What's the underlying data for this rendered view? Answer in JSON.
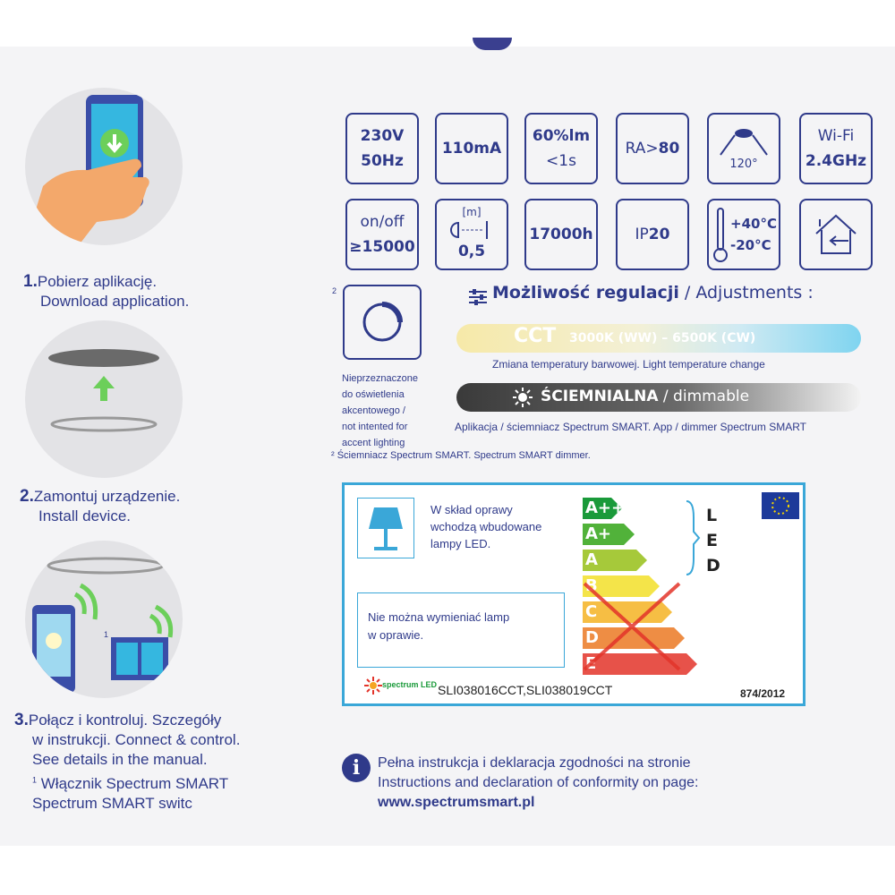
{
  "steps": [
    {
      "num": "1.",
      "line1": "Pobierz aplikację.",
      "line2": "Download application."
    },
    {
      "num": "2.",
      "line1": "Zamontuj urządzenie.",
      "line2": "Install device."
    },
    {
      "num": "3.",
      "line1": "Połącz i kontroluj. Szczegóły",
      "line2": "w instrukcji. Connect & control.",
      "line3": "See details in the manual.",
      "line4": "Włącznik Spectrum SMART",
      "line5": "Spectrum SMART switc"
    }
  ],
  "footnotes": {
    "one": "1",
    "two": "2"
  },
  "specs": {
    "voltage": "230V",
    "freq": "50Hz",
    "current": "110mA",
    "lumen": "60%lm",
    "lumen_time": "<1s",
    "ra_prefix": "RA>",
    "ra_value": "80",
    "beam": "120°",
    "wifi": "Wi-Fi",
    "wifi_band": "2.4GHz",
    "onoff": "on/off",
    "onoff_count": "≥15000",
    "distance_unit": "[m]",
    "distance": "0,5",
    "hours": "17000h",
    "ip_prefix": "IP",
    "ip_value": "20",
    "temp_max": "+40°C",
    "temp_min": "-20°C"
  },
  "not_intended": [
    "Nieprzeznaczone",
    "do oświetlenia",
    "akcentowego /",
    "not intented for",
    "accent lighting"
  ],
  "dimmer_note": "² Ściemniacz Spectrum SMART. Spectrum SMART dimmer.",
  "adjustments": {
    "bold": "Możliwość regulacji",
    "rest": " / Adjustments :"
  },
  "cct": {
    "label": "CCT",
    "range": "3000K (WW) – 6500K (CW)",
    "caption": "Zmiana temperatury barwowej. Light temperature change"
  },
  "dimmable": {
    "bold": "ŚCIEMNIALNA",
    "rest": " / dimmable",
    "caption": "Aplikacja / ściemniacz Spectrum SMART. App / dimmer Spectrum SMART"
  },
  "energy_label": {
    "text1": [
      "W skład oprawy",
      "wchodzą wbudowane",
      "lampy LED."
    ],
    "text2": [
      "Nie można wymieniać lamp",
      "w oprawie."
    ],
    "classes": [
      "A++",
      "A+",
      "A",
      "B",
      "C",
      "D",
      "E"
    ],
    "led": [
      "L",
      "E",
      "D"
    ],
    "brand": "spectrum LED",
    "models": "SLI038016CCT,SLI038019CCT",
    "regulation": "874/2012",
    "colors": [
      "#1a9a3a",
      "#51b23a",
      "#a6c93a",
      "#f2e02a",
      "#f5b324",
      "#ec7a24",
      "#e3342a"
    ]
  },
  "info": {
    "line1": "Pełna instrukcja i deklaracja zgodności na stronie",
    "line2": "Instructions and declaration of conformity on page:",
    "url": "www.spectrumsmart.pl"
  }
}
